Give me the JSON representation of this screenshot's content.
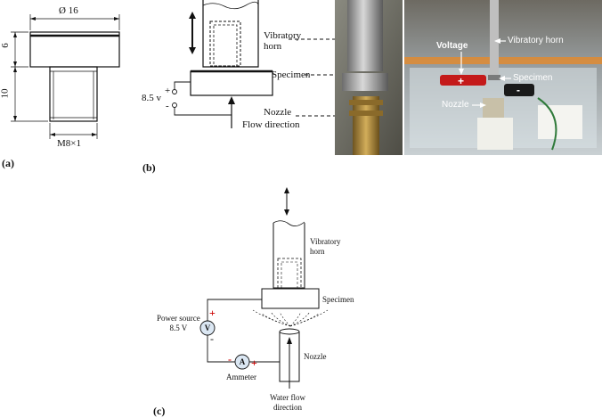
{
  "panel_a": {
    "letter": "(a)",
    "dim_diameter": "Ø 16",
    "dim_height_top": "6",
    "dim_height_bottom": "10",
    "dim_thread": "M8×1"
  },
  "panel_b": {
    "letter": "(b)",
    "label_vibratory_horn": "Vibratory\nhorn",
    "label_specimen": "Specimen",
    "label_voltage": "8.5 v",
    "label_plus": "+",
    "label_minus": "-",
    "label_nozzle": "Nozzle",
    "label_flow_direction": "Flow direction",
    "photo_voltage": "Voltage",
    "photo_vibratory_horn": "Vibratory horn",
    "photo_specimen": "Specimen",
    "photo_nozzle": "Nozzle",
    "photo_plus": "+",
    "photo_minus": "-"
  },
  "panel_c": {
    "letter": "(c)",
    "label_vibratory_horn": "Vibratory\nhorn",
    "label_specimen": "Specimen",
    "label_power_source": "Power source\n8.5 V",
    "label_voltmeter": "V",
    "label_ammeter_symbol": "A",
    "label_ammeter": "Ammeter",
    "label_nozzle": "Nozzle",
    "label_water_flow": "Water flow\ndirection",
    "plus_sign": "+",
    "minus_sign": "-"
  },
  "colors": {
    "polarity_red": "#cc0000",
    "meter_fill": "#dbe7f3",
    "photo_bg_left": "#6f6f68",
    "photo_bg_right": "#9aa2a6"
  }
}
